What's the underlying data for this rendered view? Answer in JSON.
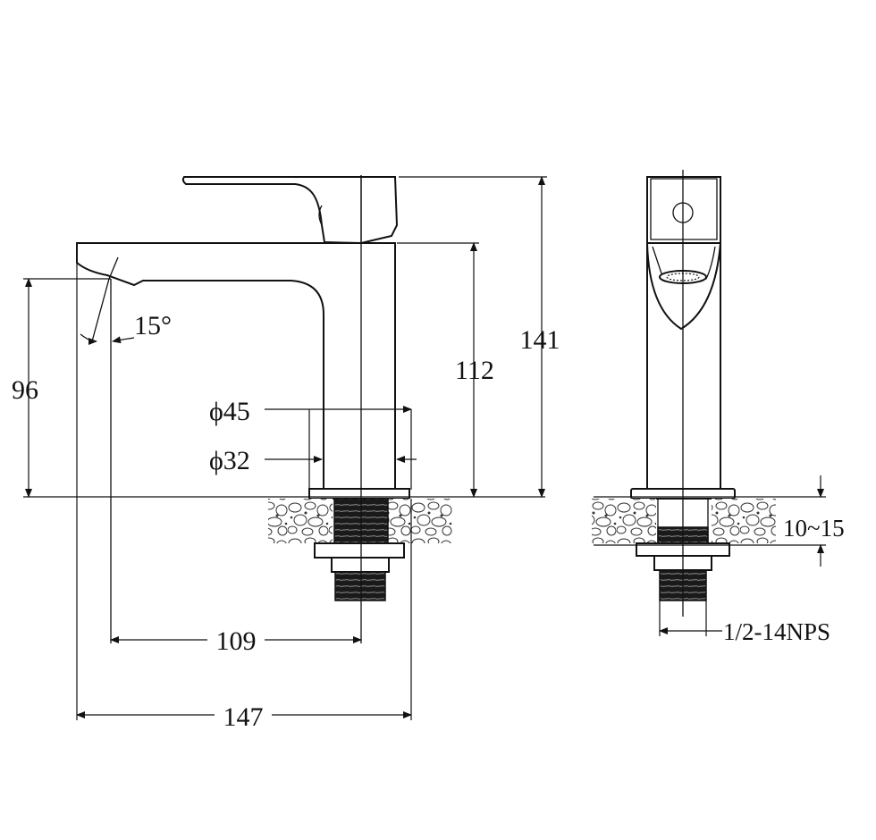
{
  "dimensions": {
    "total_height": "141",
    "spout_height": "112",
    "outlet_height": "96",
    "spout_reach": "109",
    "total_length": "147",
    "base_diameter": "ϕ45",
    "body_diameter": "ϕ32",
    "spout_angle": "15°",
    "deck_thickness": "10~15",
    "thread": "1/2-14NPS"
  }
}
